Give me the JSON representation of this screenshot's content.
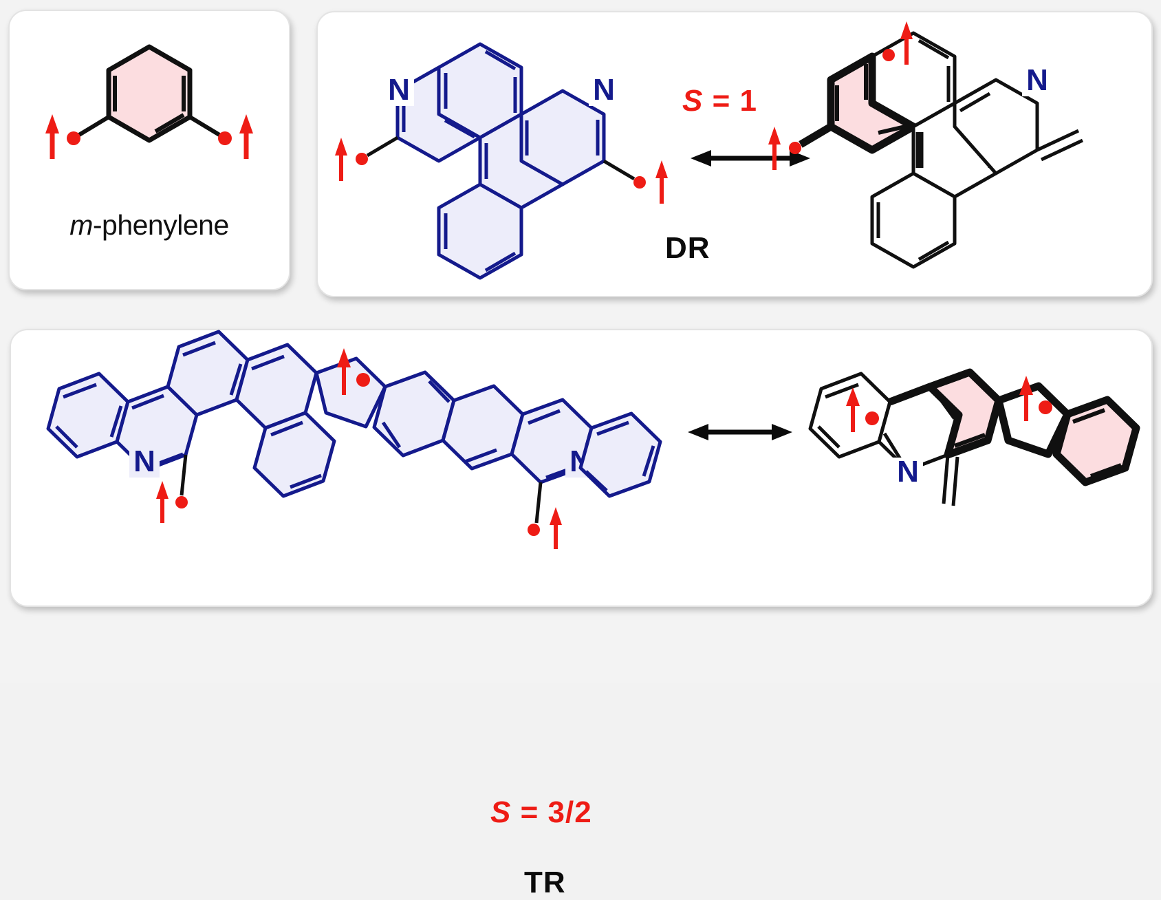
{
  "figure": {
    "background_color": "#f3f3f3",
    "panel_background": "#ffffff",
    "accent_red": "#ee1c15",
    "nitrogen_blue": "#141a8c",
    "bond_black": "#101010",
    "ring_fill_lavender": "#ededfa",
    "ring_fill_pink": "#fcdde0"
  },
  "panels": [
    {
      "id": "m-phenylene",
      "caption_prefix": "m",
      "caption_suffix": "-phenylene",
      "caption_full": "m-phenylene",
      "structure": "benzene ring, meta-disubstituted, two red radical dots with up-spin arrows",
      "radical_count": 2,
      "ring_highlight": "pink"
    },
    {
      "id": "DR",
      "spin_symbol": "S",
      "spin_equals": "=",
      "spin_value": "1",
      "spin_label": "S = 1",
      "type_label": "DR",
      "arrow": "double-headed resonance arrow",
      "left_structure": "dibenzo[a,j]phenanthroline diradical, lavender rings, two radical centers with up arrows",
      "right_structure": "closed-shell/quinoidal resonance form, pink highlighted central ring, exocyclic methylene, one radical with up arrow"
    },
    {
      "id": "TR",
      "spin_symbol": "S",
      "spin_equals": "=",
      "spin_value": "3/2",
      "spin_label": "S = 3/2",
      "type_label": "TR",
      "arrow": "double-headed resonance arrow",
      "left_structure": "extended indenofluorene-bis(phenanthridine) triradical, lavender rings, three radicals with up arrows",
      "right_structure": "resonance form with two pink highlighted rings, two exocyclic methylenes, three radicals with up arrows"
    }
  ],
  "atom_labels": {
    "nitrogen": "N"
  }
}
